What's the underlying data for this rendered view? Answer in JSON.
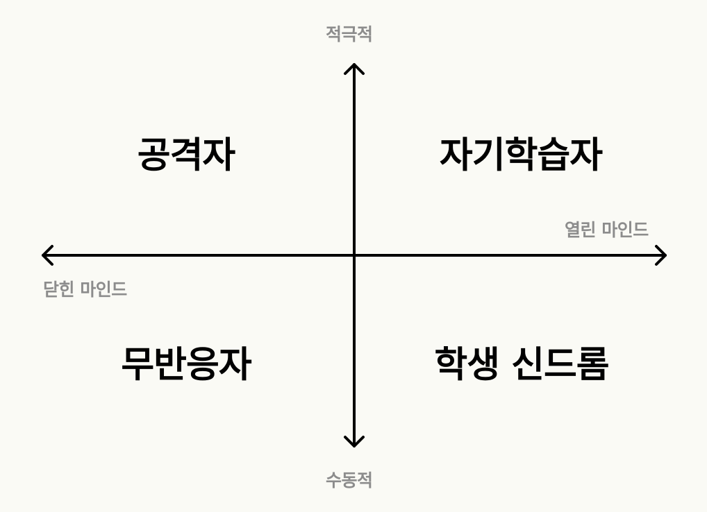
{
  "diagram": {
    "type": "quadrant",
    "axes": {
      "vertical": {
        "top": "적극적",
        "bottom": "수동적"
      },
      "horizontal": {
        "right": "열린 마인드",
        "left": "닫힌 마인드"
      }
    },
    "quadrants": {
      "top_left": "공격자",
      "top_right": "자기학습자",
      "bottom_left": "무반응자",
      "bottom_right": "학생 신드롬"
    },
    "colors": {
      "background": "#fafaf5",
      "axis_line": "#000000",
      "axis_label": "#8c8c8c",
      "quadrant_label": "#000000"
    }
  }
}
